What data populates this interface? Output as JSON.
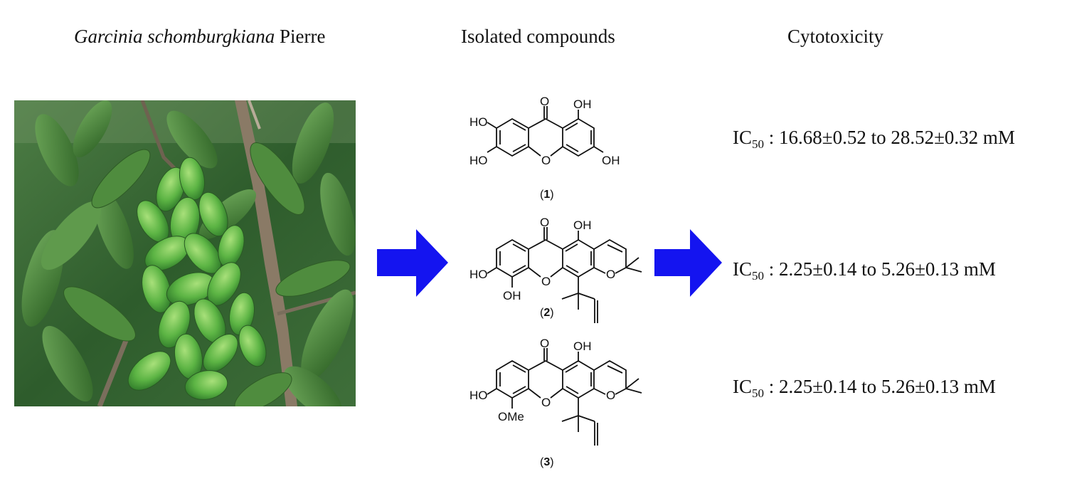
{
  "headers": {
    "plant_italic": "Garcinia schomburgkiana",
    "plant_rest": "Pierre",
    "compounds": "Isolated compounds",
    "cytotoxicity": "Cytotoxicity"
  },
  "compounds": [
    {
      "label": "1",
      "groups": [
        "O",
        "OH",
        "HO",
        "HO",
        "O",
        "OH"
      ]
    },
    {
      "label": "2",
      "groups": [
        "O",
        "OH",
        "HO",
        "OH",
        "O",
        "O"
      ]
    },
    {
      "label": "3",
      "groups": [
        "O",
        "OH",
        "HO",
        "OMe",
        "O",
        "O"
      ]
    }
  ],
  "ic50": [
    {
      "prefix": "IC",
      "sub": "50",
      "text": " : 16.68±0.52 to 28.52±0.32 mM"
    },
    {
      "prefix": "IC",
      "sub": "50",
      "text": " : 2.25±0.14 to 5.26±0.13 mM"
    },
    {
      "prefix": "IC",
      "sub": "50",
      "text": " : 2.25±0.14 to 5.26±0.13 mM"
    }
  ],
  "colors": {
    "arrow": "#1414f0",
    "leaf": "#2f6a2a",
    "fruit": "#6ec24e",
    "branch": "#8a7a66"
  },
  "icons": [
    "photo-garcinia-fruit",
    "right-arrow-icon"
  ]
}
